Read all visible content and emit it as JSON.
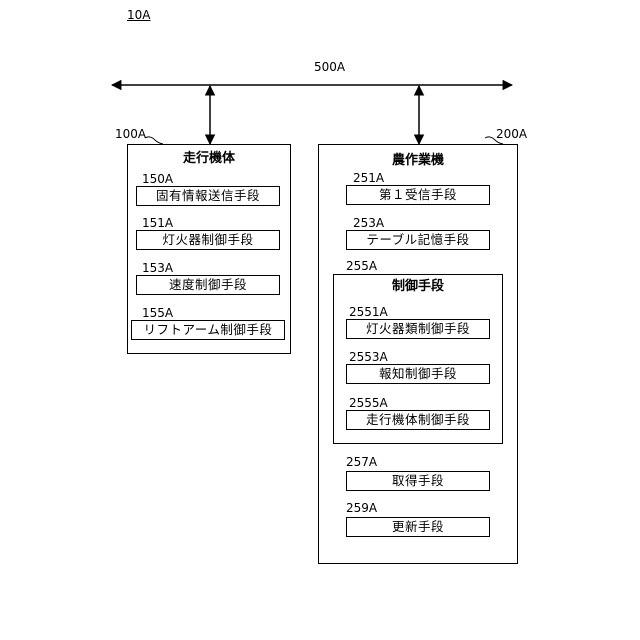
{
  "figure_label": "10A",
  "bus": {
    "ref": "500A"
  },
  "vehicle": {
    "ref": "100A",
    "title": "走行機体",
    "units": [
      {
        "ref": "150A",
        "label": "固有情報送信手段"
      },
      {
        "ref": "151A",
        "label": "灯火器制御手段"
      },
      {
        "ref": "153A",
        "label": "速度制御手段"
      },
      {
        "ref": "155A",
        "label": "リフトアーム制御手段"
      }
    ]
  },
  "machine": {
    "ref": "200A",
    "title": "農作業機",
    "units": [
      {
        "ref": "251A",
        "label": "第１受信手段"
      },
      {
        "ref": "253A",
        "label": "テーブル記憶手段"
      }
    ],
    "control": {
      "ref": "255A",
      "title": "制御手段",
      "units": [
        {
          "ref": "2551A",
          "label": "灯火器類制御手段"
        },
        {
          "ref": "2553A",
          "label": "報知制御手段"
        },
        {
          "ref": "2555A",
          "label": "走行機体制御手段"
        }
      ]
    },
    "extra_units": [
      {
        "ref": "257A",
        "label": "取得手段"
      },
      {
        "ref": "259A",
        "label": "更新手段"
      }
    ]
  }
}
